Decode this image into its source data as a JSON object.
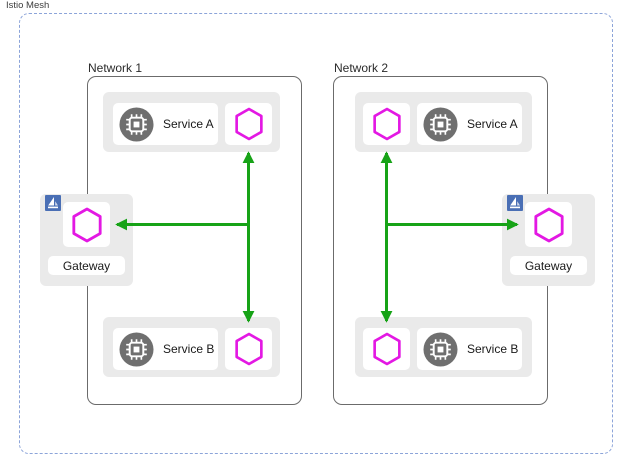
{
  "page": {
    "title": "Istio Mesh"
  },
  "colors": {
    "mesh_border": "#8ca4d9",
    "network_border": "#6b6b6b",
    "container_fill": "#eaeaea",
    "box_fill": "#ffffff",
    "hexagon_stroke": "#e318e3",
    "arrow_green": "#17a317",
    "chip_gray": "#6f6f6f",
    "istio_blue": "#4a6fb5"
  },
  "networks": [
    {
      "label": "Network 1",
      "service_a": "Service A",
      "service_b": "Service B",
      "gateway_label": "Gateway"
    },
    {
      "label": "Network 2",
      "service_a": "Service A",
      "service_b": "Service B",
      "gateway_label": "Gateway"
    }
  ],
  "icons": {
    "service": "chip-icon",
    "sidecar_proxy": "hexagon-proxy-icon",
    "gateway": "istio-sailboat-icon"
  }
}
